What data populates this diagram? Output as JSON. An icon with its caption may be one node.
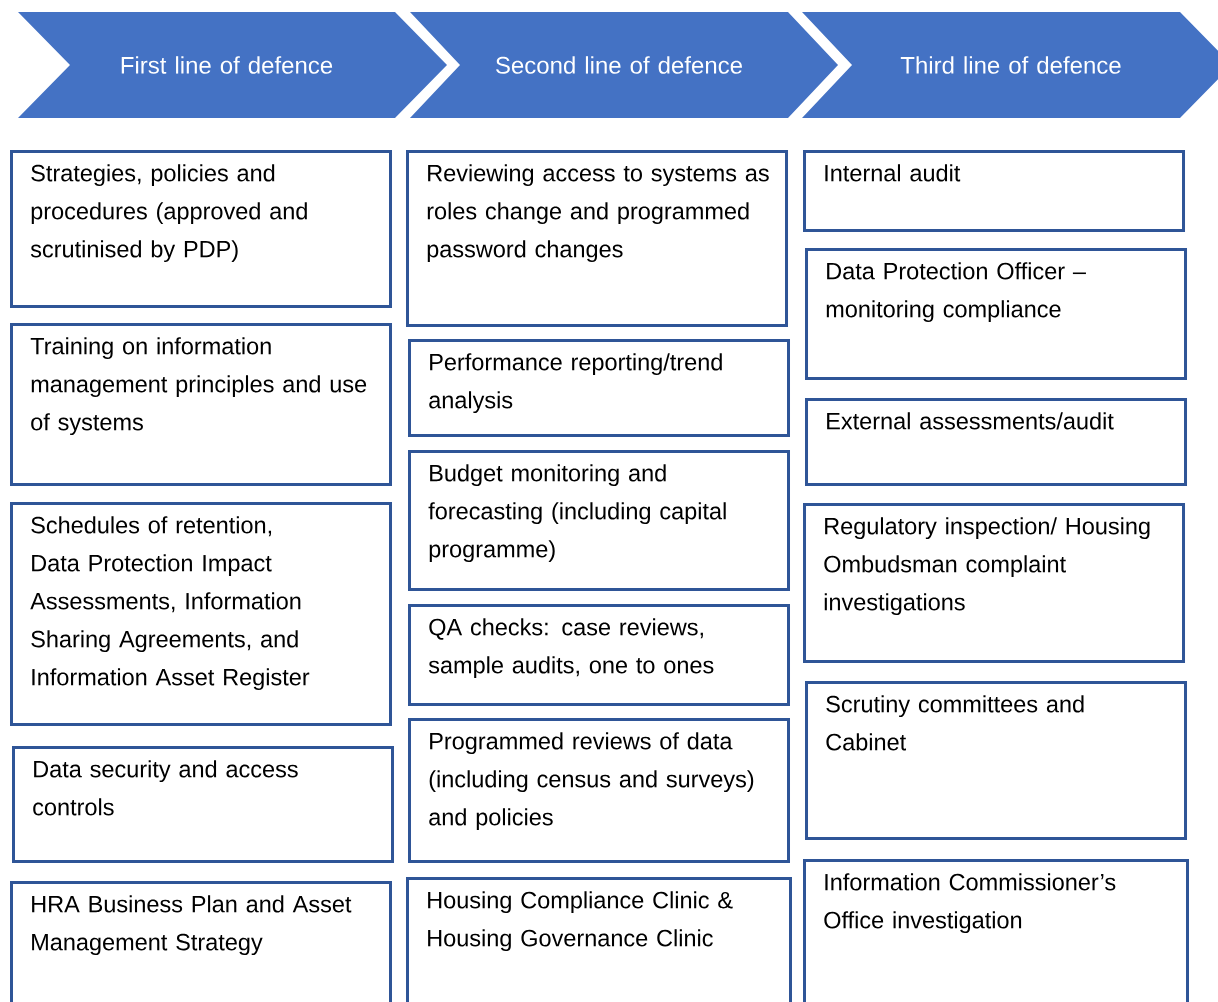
{
  "diagram": {
    "nodes": [
      {
        "text": [
          "First line of defence"
        ]
      },
      {
        "text": [
          "Second line of defence"
        ]
      },
      {
        "text": [
          "Third line of defence"
        ]
      },
      {
        "text": [
          "Strategies, policies and procedures (approved and scrutinised by PDP)"
        ]
      },
      {
        "text": [
          "Training on information management principles and use of systems"
        ]
      },
      {
        "text": [
          "Schedules of retention, Data Protection Impact Assessments, Information Sharing Agreements, and Information Asset Register"
        ]
      },
      {
        "text": [
          "Data security and access controls"
        ]
      },
      {
        "text": [
          "HRA Business Plan and Asset Management Strategy"
        ]
      },
      {
        "text": [
          "Reviewing access to systems as roles change and programmed password changes"
        ]
      },
      {
        "text": [
          "Performance reporting/trend analysis"
        ]
      },
      {
        "text": [
          "Budget monitoring and forecasting (including capital programme)"
        ]
      },
      {
        "text": [
          "QA checks: case reviews, sample audits, one to ones"
        ]
      },
      {
        "text": [
          "Programmed reviews of data (including census and surveys) and policies"
        ]
      },
      {
        "text": [
          "Housing Compliance Clinic & Housing Governance Clinic"
        ]
      },
      {
        "text": [
          "Internal audit"
        ]
      },
      {
        "text": [
          "Data Protection Officer – monitoring compliance"
        ]
      },
      {
        "text": [
          "External assessments/audit"
        ]
      },
      {
        "text": [
          "Regulatory inspection/ Housing Ombudsman complaint investigations"
        ]
      },
      {
        "text": [
          "Scrutiny committees and Cabinet"
        ]
      },
      {
        "text": [
          "Information Commissioner’s Office investigation"
        ]
      }
    ]
  }
}
